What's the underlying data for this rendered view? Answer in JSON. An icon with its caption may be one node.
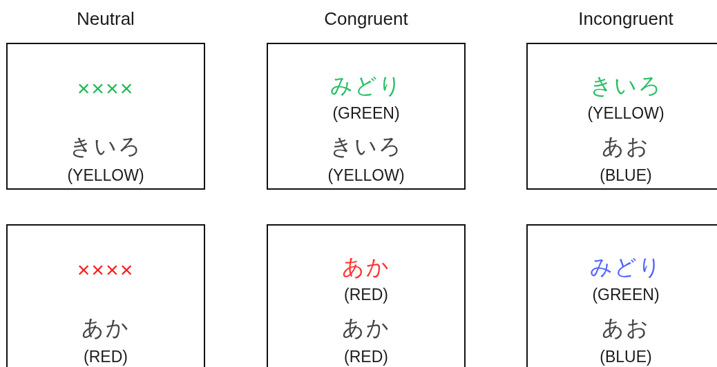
{
  "diagram": {
    "nodes": [
      {
        "text": [
          "××××",
          "きいろ",
          "(YELLOW)"
        ]
      },
      {
        "text": [
          "みどり",
          "(GREEN)",
          "きいろ",
          "(YELLOW)"
        ]
      },
      {
        "text": [
          "きいろ",
          "(YELLOW)",
          "あお",
          "(BLUE)"
        ]
      },
      {
        "text": [
          "××××",
          "あか",
          "(RED)"
        ]
      },
      {
        "text": [
          "あか",
          "(RED)",
          "あか",
          "(RED)"
        ]
      },
      {
        "text": [
          "みどり",
          "(GREEN)",
          "あお",
          "(BLUE)"
        ]
      }
    ],
    "labels": [
      "Neutral",
      "Congruent",
      "Incongruent"
    ]
  }
}
